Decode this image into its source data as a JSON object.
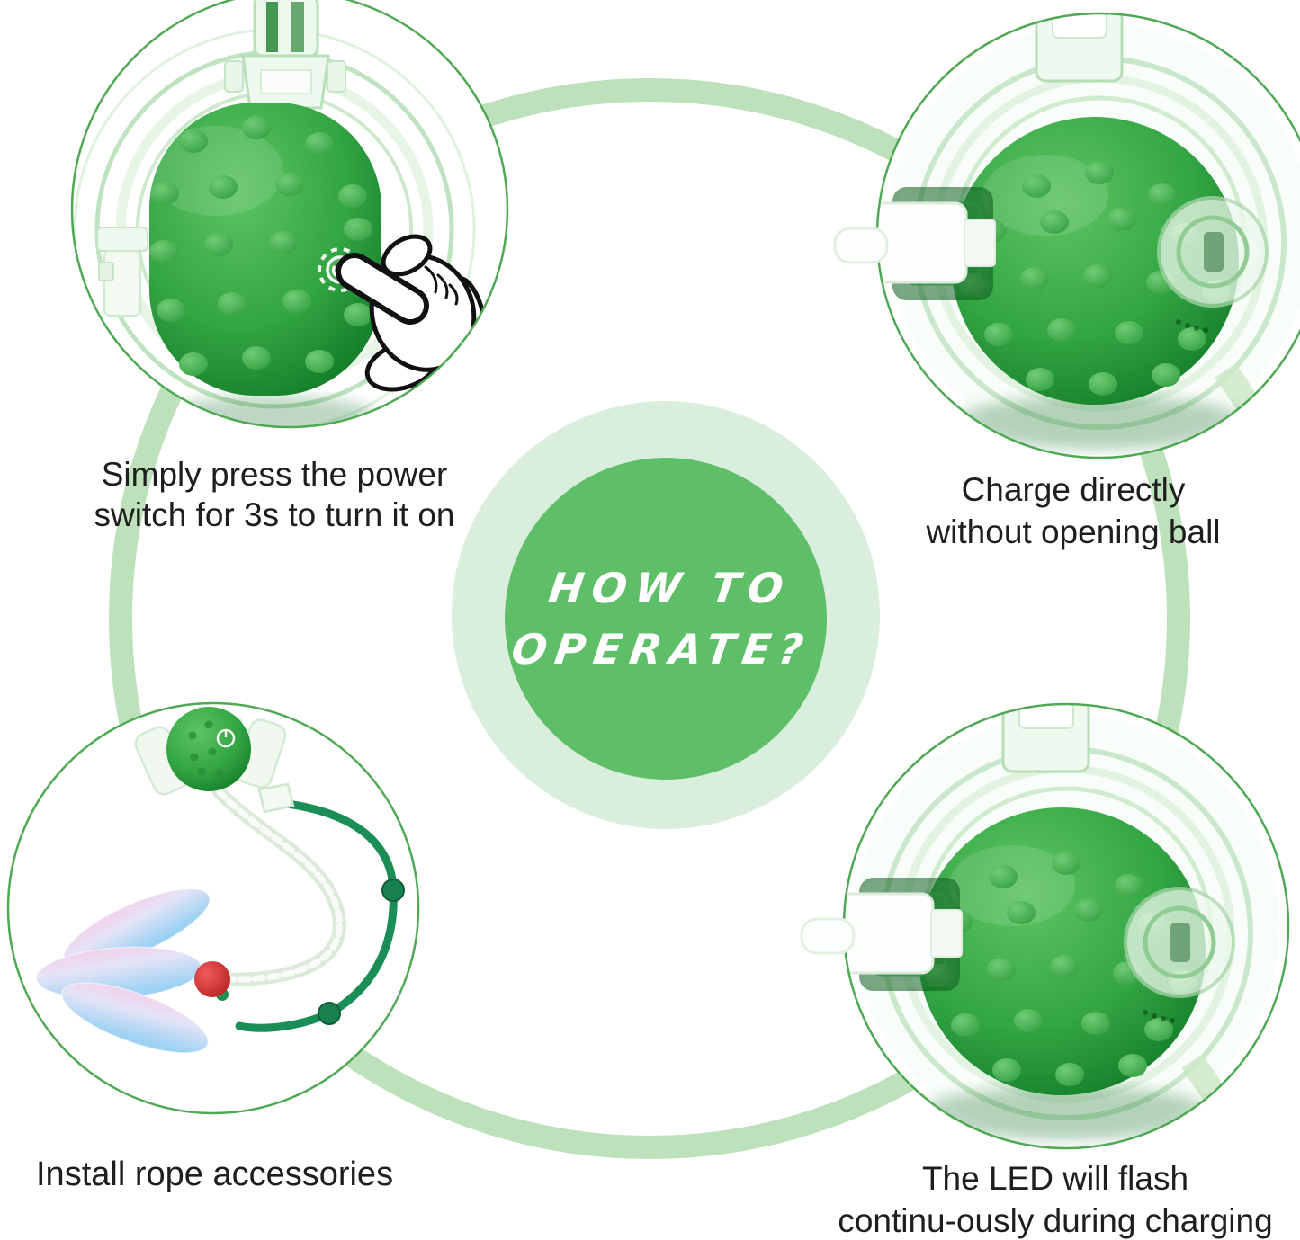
{
  "center_badge": {
    "line1": "HOW TO",
    "line2": "OPERATE?"
  },
  "steps": [
    {
      "id": "press-power",
      "caption_line1": "Simply press the power",
      "caption_line2": "switch for 3s to turn it on",
      "image": "green-dimpled-ball-in-clear-shell-with-cartoon-hand-pressing-power-switch"
    },
    {
      "id": "charge",
      "caption_line1": "Charge directly",
      "caption_line2": "without opening ball",
      "image": "green-dimpled-ball-charging-with-white-usb-cable"
    },
    {
      "id": "rope",
      "caption_line1": "Install rope accessories",
      "caption_line2": "",
      "image": "mini-green-ball-with-clear-rope-green-rope-red-pompom-and-iridescent-feathers"
    },
    {
      "id": "led-charging",
      "caption_line1": "The LED will flash",
      "caption_line2": "continu-ously during charging",
      "image": "green-dimpled-ball-charging-with-white-usb-cable"
    }
  ],
  "icons": {
    "power-icon": "power symbol ring on ball",
    "hand-icon": "white cartoon glove pointing finger",
    "usb-plug-icon": "white usb plug and cable"
  },
  "colors": {
    "badge_green": "#5fbf68",
    "badge_halo": "#d9eedd",
    "background_ring": "#b2dcae",
    "circle_border": "#4fa854",
    "ball_green": "#33a543",
    "rope_green": "#1b8e58",
    "pompom_red": "#d92a2a",
    "caption_text": "#1e1e1e",
    "cable_white": "#fdfffd"
  }
}
